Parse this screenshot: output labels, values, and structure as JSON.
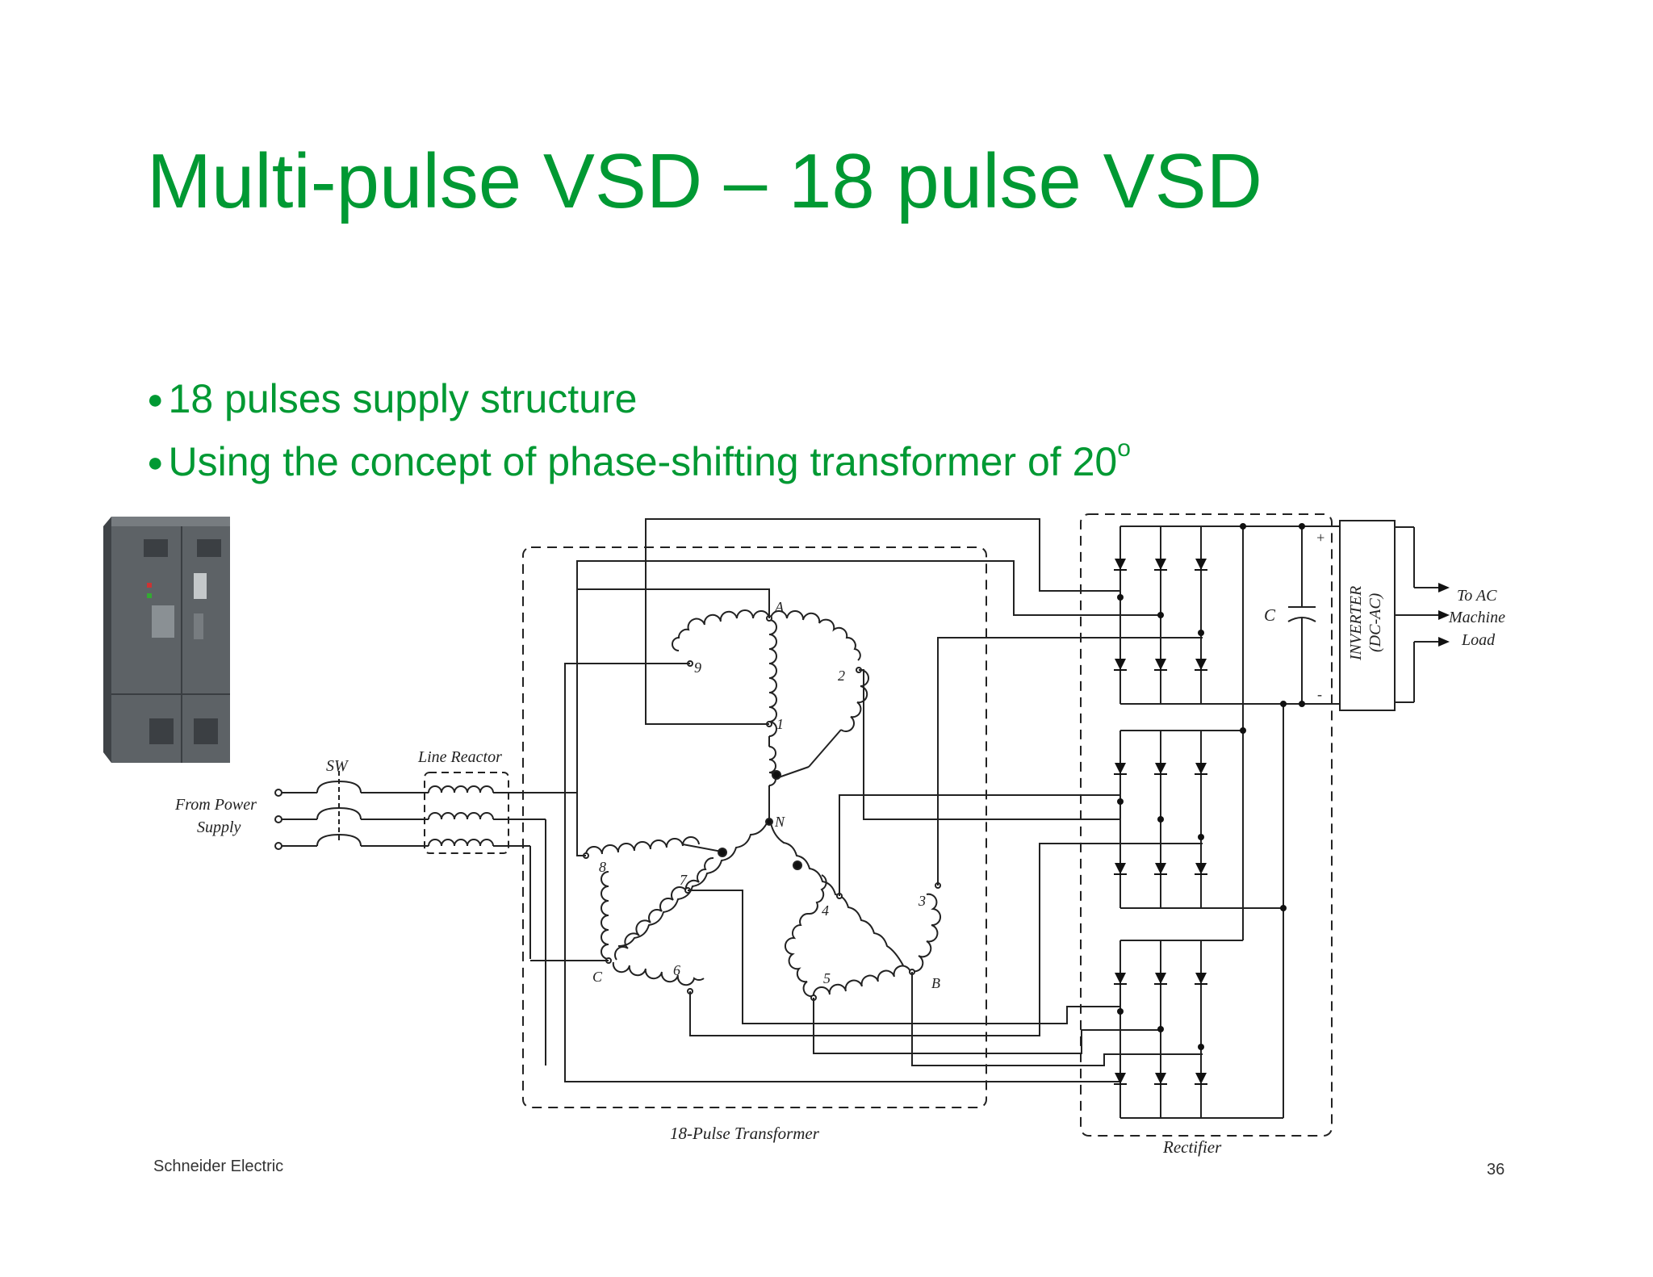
{
  "slide": {
    "title": "Multi-pulse VSD – 18 pulse VSD",
    "bullets": [
      {
        "text": "18 pulses supply structure",
        "sup": ""
      },
      {
        "text": "Using the concept of phase-shifting transformer of 20",
        "sup": "o"
      }
    ],
    "footer": "Schneider Electric",
    "page_number": "36"
  },
  "diagram": {
    "labels": {
      "from_power_supply_1": "From Power",
      "from_power_supply_2": "Supply",
      "switch": "SW",
      "line_reactor": "Line Reactor",
      "transformer": "18-Pulse Transformer",
      "rectifier": "Rectifier",
      "capacitor": "C",
      "plus": "+",
      "minus": "-",
      "inverter_1": "INVERTER",
      "inverter_2": "(DC-AC)",
      "load_1": "To AC",
      "load_2": "Machine",
      "load_3": "Load",
      "node_a": "A",
      "node_b": "B",
      "node_c": "C",
      "node_n": "N",
      "tap_1": "1",
      "tap_2": "2",
      "tap_3": "3",
      "tap_4": "4",
      "tap_5": "5",
      "tap_6": "6",
      "tap_7": "7",
      "tap_8": "8",
      "tap_9": "9"
    }
  },
  "colors": {
    "title": "#009933",
    "line": "#222222",
    "cabinet": "#5d6266"
  }
}
